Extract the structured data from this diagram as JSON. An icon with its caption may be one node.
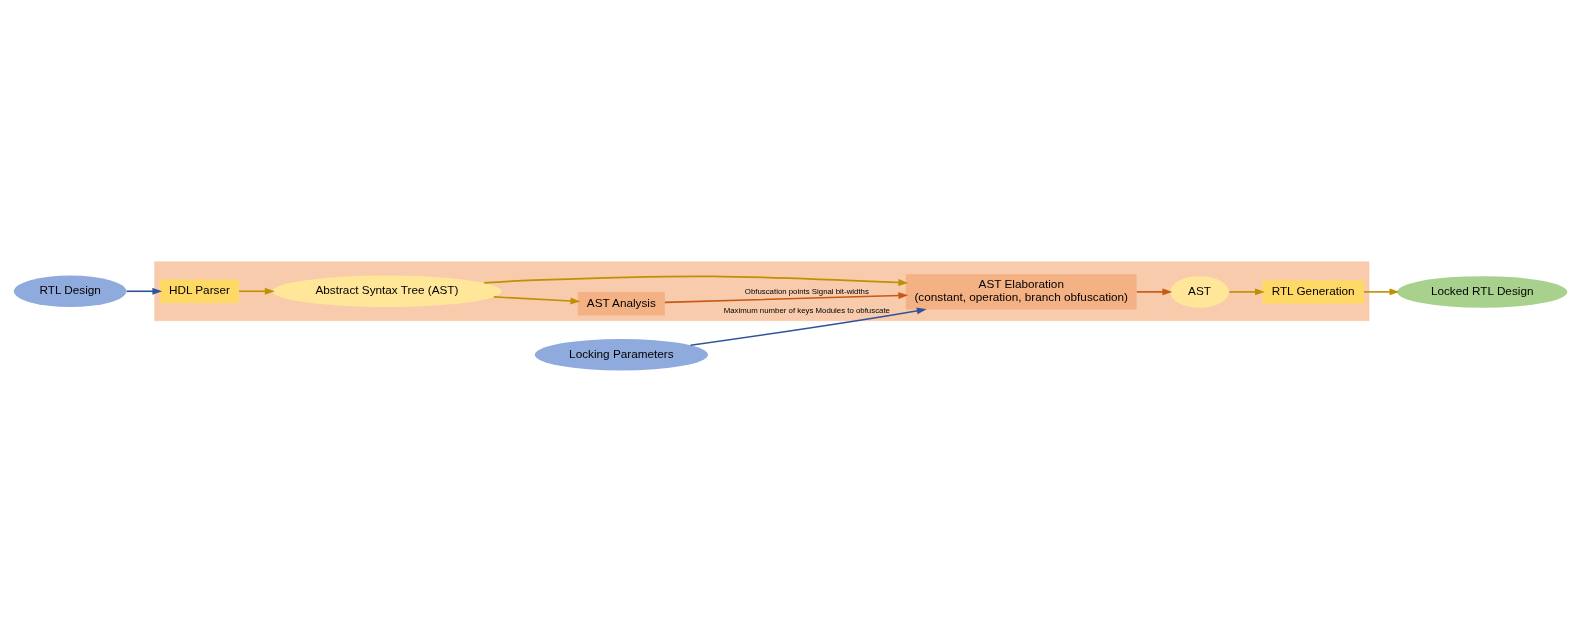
{
  "diagram": {
    "nodes": [
      {
        "text": [
          "RTL Design"
        ]
      },
      {
        "text": [],
        "shape": "box"
      },
      {
        "text": [
          "HDL Parser"
        ],
        "in": 1
      },
      {
        "text": [
          "Abstract Syntax Tree (AST)"
        ],
        "in": 1
      },
      {
        "text": [
          "AST Analysis"
        ],
        "in": 1
      },
      {
        "text": [
          "Locking Parameters"
        ]
      },
      {
        "text": [
          "AST Elaboration",
          "(constant, operation, branch obfuscation)"
        ],
        "in": 1
      },
      {
        "text": [
          "AST"
        ],
        "in": 1
      },
      {
        "text": [
          "RTL Generation"
        ],
        "in": 1
      },
      {
        "text": [
          "Locked RTL Design"
        ]
      }
    ],
    "edges": [
      {
        "from": 0,
        "to": 2,
        "arrow": "to",
        "color": "#2f5597"
      },
      {
        "from": 2,
        "to": 3,
        "arrow": "to"
      },
      {
        "from": 3,
        "to": 4,
        "arrow": "to"
      },
      {
        "from": 3,
        "to": 6,
        "arrow": "to"
      },
      {
        "from": 4,
        "to": 6,
        "arrow": "to",
        "label": "Obfuscation points Signal bit-widths",
        "color": "#c55a11"
      },
      {
        "from": 5,
        "to": 6,
        "arrow": "to",
        "label": "Maximum number of keys Modules to obfuscate",
        "color": "#2f5597"
      },
      {
        "from": 6,
        "to": 7,
        "arrow": "to",
        "color": "#c55a11"
      },
      {
        "from": 7,
        "to": 8,
        "arrow": "to"
      },
      {
        "from": 8,
        "to": 9,
        "arrow": "to"
      }
    ]
  }
}
